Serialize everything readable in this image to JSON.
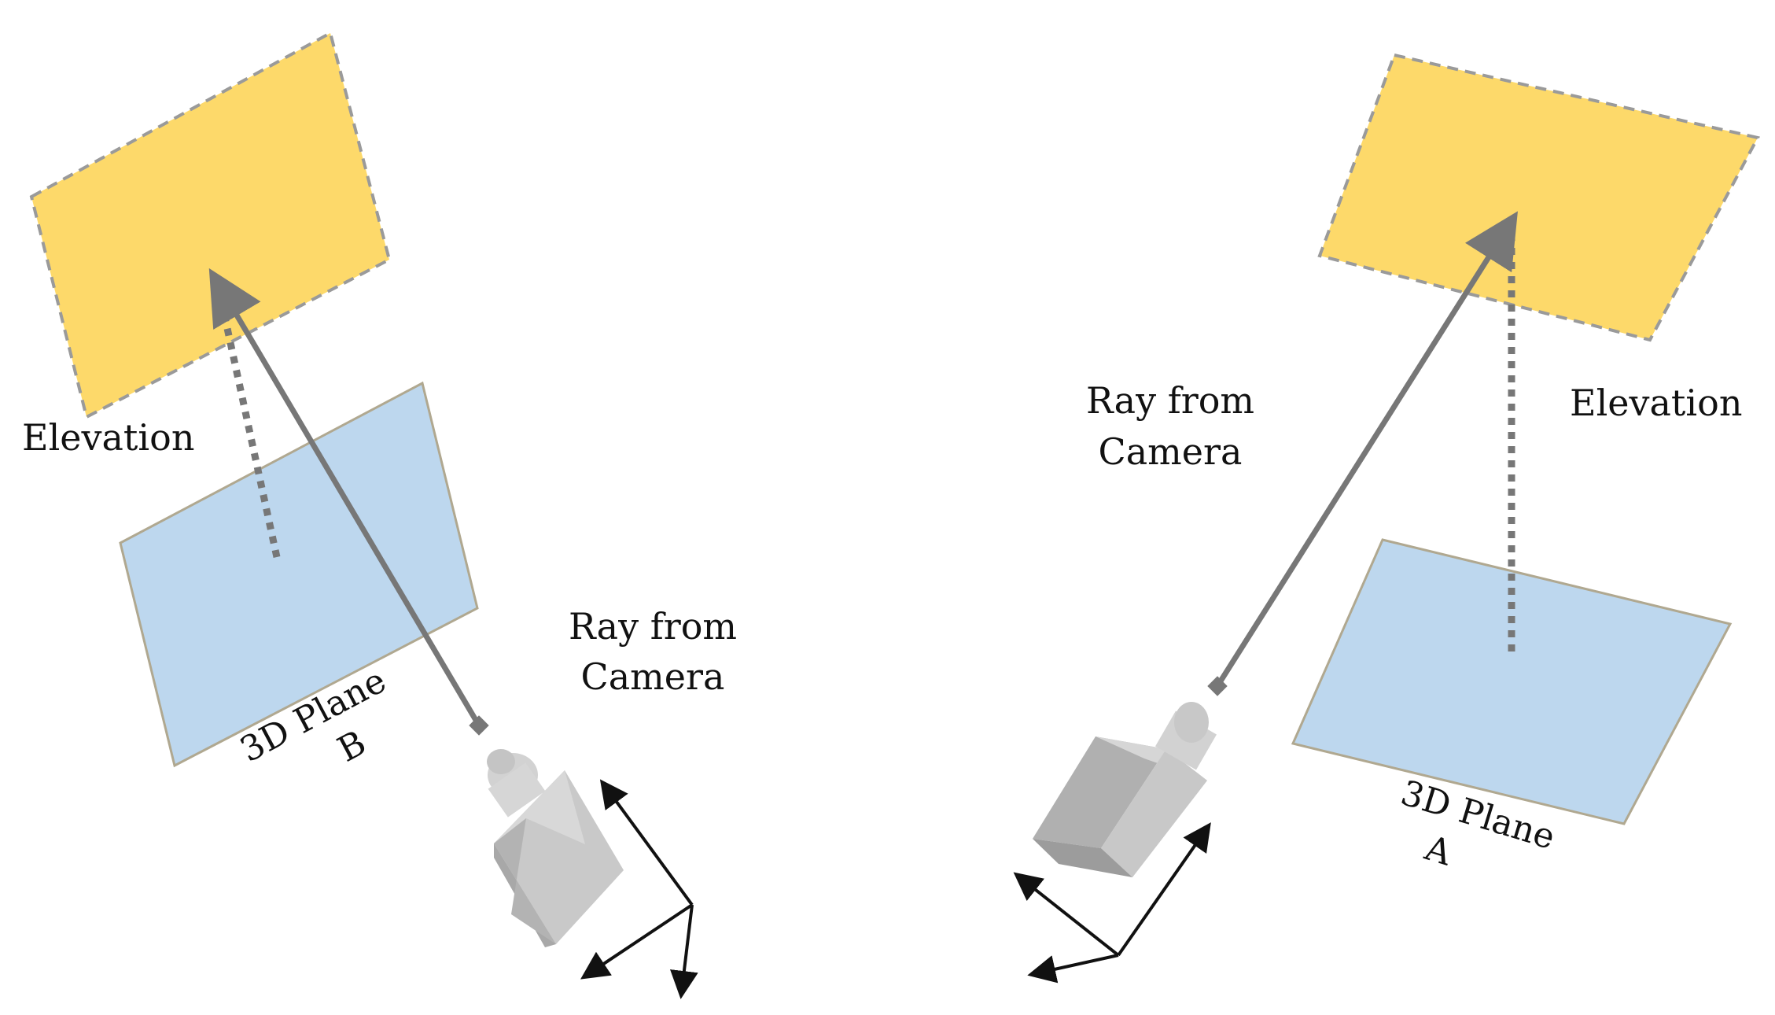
{
  "colors": {
    "elevation_plane": "#fdd96a",
    "elevation_border": "#9a9a9a",
    "plane_3d": "#bdd7ee",
    "plane_3d_border": "#b0a890",
    "ray": "#777777",
    "axes": "#111111",
    "camera_light": "#cfcfcf",
    "camera_mid": "#bdbdbd",
    "camera_dark": "#9c9c9c"
  },
  "left_panel": {
    "elevation_label": "Elevation",
    "ray_label_line1": "Ray from",
    "ray_label_line2": "Camera",
    "plane_label_line1": "3D Plane",
    "plane_label_line2": "B"
  },
  "right_panel": {
    "ray_label_line1": "Ray from",
    "ray_label_line2": "Camera",
    "elevation_label": "Elevation",
    "plane_label_line1": "3D Plane",
    "plane_label_line2": "A"
  }
}
